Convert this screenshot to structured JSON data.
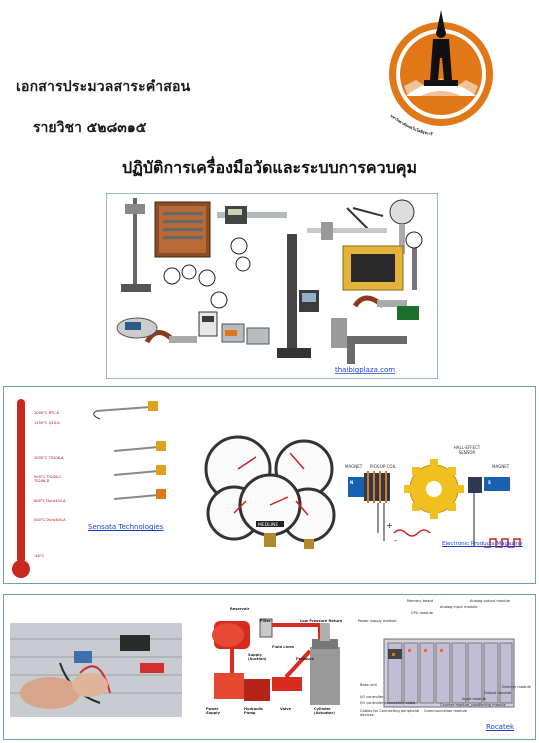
{
  "header": {
    "document_label": "เอกสารประมวลสาระคำสอน",
    "course_code": "รายวิชา ๕๒๘๓๑๕",
    "title": "ปฏิบัติการเครื่องมือวัดและระบบการควบคุม",
    "university_name_arc": "มหาวิทยาลัยเทคโนโลยีสุรนารี"
  },
  "panel_tools": {
    "credit": "thaibigplaza.com"
  },
  "panel_sensors": {
    "thermometer": {
      "labels": [
        "1000°C  RTC-A",
        "1150°C  Q10-A",
        "1000°C  TS206-A",
        "900°C   TS206-C  TS206-D",
        "800°C  Dura350-A",
        "500°C  Dura300-A",
        "-40°C"
      ]
    },
    "sensata_credit": "Sensata Technologies",
    "gauge_brand": "MEDLINE",
    "diagram": {
      "magnet_left": "MAGNET",
      "pickup_coil": "PICK-UP COIL",
      "hall_effect": "HALL-EFFECT SENSOR",
      "magnet_right": "MAGNET",
      "pole_n": "N",
      "pole_s": "S",
      "plus": "+",
      "minus": "-"
    },
    "electronic_credit": "Electronic Products Magazine"
  },
  "panel_control": {
    "hydraulic": {
      "reservoir": "Reservoir",
      "filter": "Filter",
      "low_pressure_return": "Low Pressure Return",
      "supply": "Supply (Suction)",
      "fluid_lines": "Fluid Lines",
      "pressure": "Pressure",
      "power_supply": "Power Supply",
      "pump": "Hydraulic Pump",
      "valve": "Valve",
      "cylinder": "Cylinder (Actuator)"
    },
    "plc_labels": {
      "memory_board": "Memory board",
      "analog_output": "Analog output module",
      "analog_input": "Analog input module",
      "cpu": "CPU module",
      "power_supply": "Power supply module",
      "base_unit": "Base unit",
      "dummy": "Dummy module",
      "output": "Output module",
      "input": "Input module",
      "counter": "Counter module, positioning module",
      "io_controller": "I/O controller",
      "communication": "Communication module",
      "io_cable": "I/O controller connecting cable",
      "peripheral_cable": "Cables for Connecting peripheral devices"
    },
    "rocatek_credit": "Rocatek"
  },
  "colors": {
    "logo_orange": "#e07818",
    "link_blue": "#1a3fd0",
    "panel_border": "#6f9fb8",
    "thermo_red": "#c8281e"
  }
}
